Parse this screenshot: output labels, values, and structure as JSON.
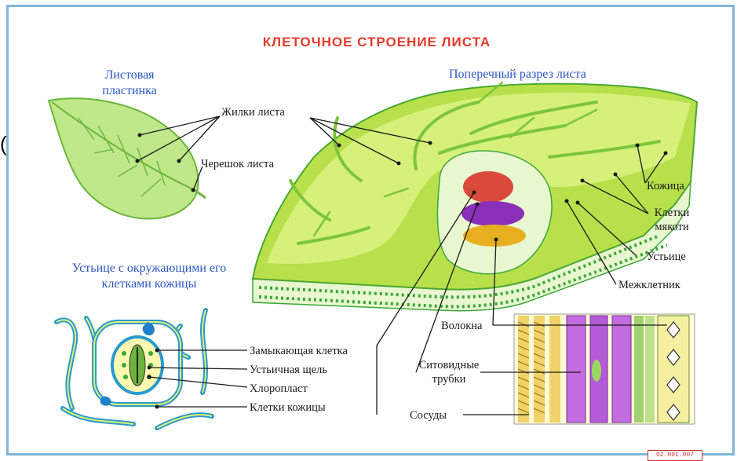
{
  "title": "КЛЕТОЧНОЕ СТРОЕНИЕ ЛИСТА",
  "stamp": "02.001.007",
  "edge_mark": "(",
  "sections": {
    "leaf_blade": "Листовая пластинка",
    "cross_section": "Поперечный разрез листа",
    "stoma_title": "Устьице с окружающими его клетками кожицы"
  },
  "labels": {
    "veins": "Жилки листа",
    "petiole": "Черешок листа",
    "epidermis": "Кожица",
    "mesophyll": "Клетки мякоти",
    "stoma": "Устьице",
    "intercellular": "Межклетник",
    "fibers": "Волокна",
    "sieve_tubes": "Ситовидные трубки",
    "vessels": "Сосуды",
    "guard_cell": "Замыкающая клетка",
    "stomatal_slit": "Устьичная щель",
    "chloroplast": "Хлоропласт",
    "epidermal_cells": "Клетки кожицы"
  },
  "colors": {
    "title": "#e33a2a",
    "section_heading": "#2b57c2",
    "leaf_light": "#d6f07a",
    "leaf_mid": "#a8dc3c",
    "vein": "#7cc63a",
    "epidermis_cells": "#3aa83a",
    "phloem": "#8a2fb8",
    "xylem": "#d94a3a",
    "fiber": "#e8b020",
    "stoma_outline": "#2a9ad0"
  }
}
